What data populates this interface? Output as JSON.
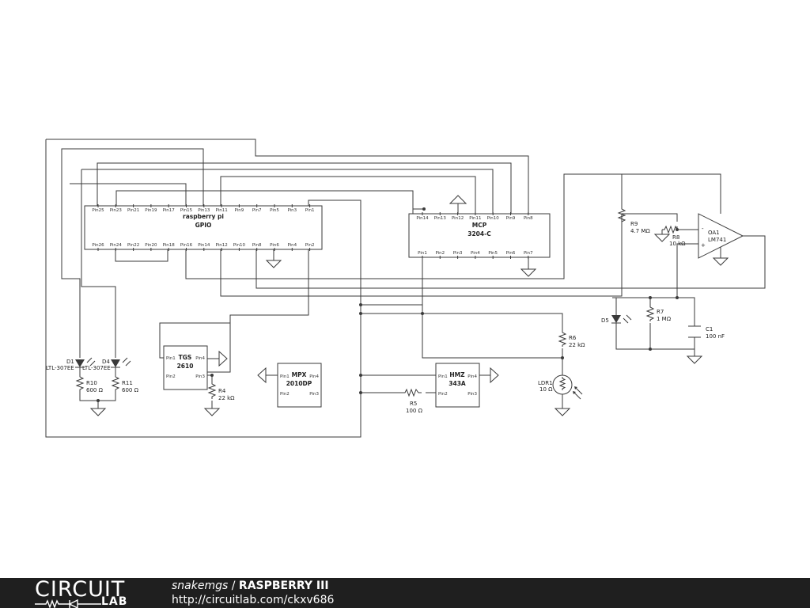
{
  "schematic": {
    "rpi": {
      "title": "raspberry pi",
      "subtitle": "GPIO",
      "top_pins": [
        "Pin25",
        "Pin23",
        "Pin21",
        "Pin19",
        "Pin17",
        "Pin15",
        "Pin13",
        "Pin11",
        "Pin9",
        "Pin7",
        "Pin5",
        "Pin3",
        "Pin1"
      ],
      "bottom_pins": [
        "Pin26",
        "Pin24",
        "Pin22",
        "Pin20",
        "Pin18",
        "Pin16",
        "Pin14",
        "Pin12",
        "Pin10",
        "Pin8",
        "Pin6",
        "Pin4",
        "Pin2"
      ]
    },
    "mcp": {
      "title": "MCP",
      "subtitle": "3204-C",
      "top_pins": [
        "Pin14",
        "Pin13",
        "Pin12",
        "Pin11",
        "Pin10",
        "Pin9",
        "Pin8"
      ],
      "bottom_pins": [
        "Pin1",
        "Pin2",
        "Pin3",
        "Pin4",
        "Pin5",
        "Pin6",
        "Pin7"
      ]
    },
    "tgs": {
      "title": "TGS",
      "subtitle": "2610",
      "pins": [
        "Pin1",
        "Pin4",
        "Pin2",
        "Pin3"
      ]
    },
    "mpx": {
      "title": "MPX",
      "subtitle": "2010DP",
      "pins": [
        "Pin1",
        "Pin4",
        "Pin2",
        "Pin3"
      ]
    },
    "hmz": {
      "title": "HMZ",
      "subtitle": "343A",
      "pins": [
        "Pin1",
        "Pin4",
        "Pin2",
        "Pin3"
      ]
    },
    "opamp": {
      "name": "OA1",
      "part": "LM741",
      "minus": "-",
      "plus": "+"
    },
    "components": {
      "d1_name": "D1",
      "d1_part": "LTL-307EE",
      "d4_name": "D4",
      "d4_part": "LTL-307EE",
      "d5_name": "D5",
      "r10_name": "R10",
      "r10_value": "600 Ω",
      "r11_name": "R11",
      "r11_value": "600 Ω",
      "r4_name": "R4",
      "r4_value": "22 kΩ",
      "r5_name": "R5",
      "r5_value": "100 Ω",
      "r6_name": "R6",
      "r6_value": "22 kΩ",
      "r7_name": "R7",
      "r7_value": "1 MΩ",
      "r8_name": "R8",
      "r8_value": "10 kΩ",
      "r9_name": "R9",
      "r9_value": "4.7 MΩ",
      "c1_name": "C1",
      "c1_value": "100 nF",
      "ldr1_name": "LDR1",
      "ldr1_value": "10 Ω"
    }
  },
  "footer": {
    "logo_top": "CIRCUIT",
    "logo_bottom": "LAB",
    "user": "snakemgs",
    "separator": " / ",
    "project": "RASPBERRY III",
    "url": "http://circuitlab.com/ckxv686"
  }
}
